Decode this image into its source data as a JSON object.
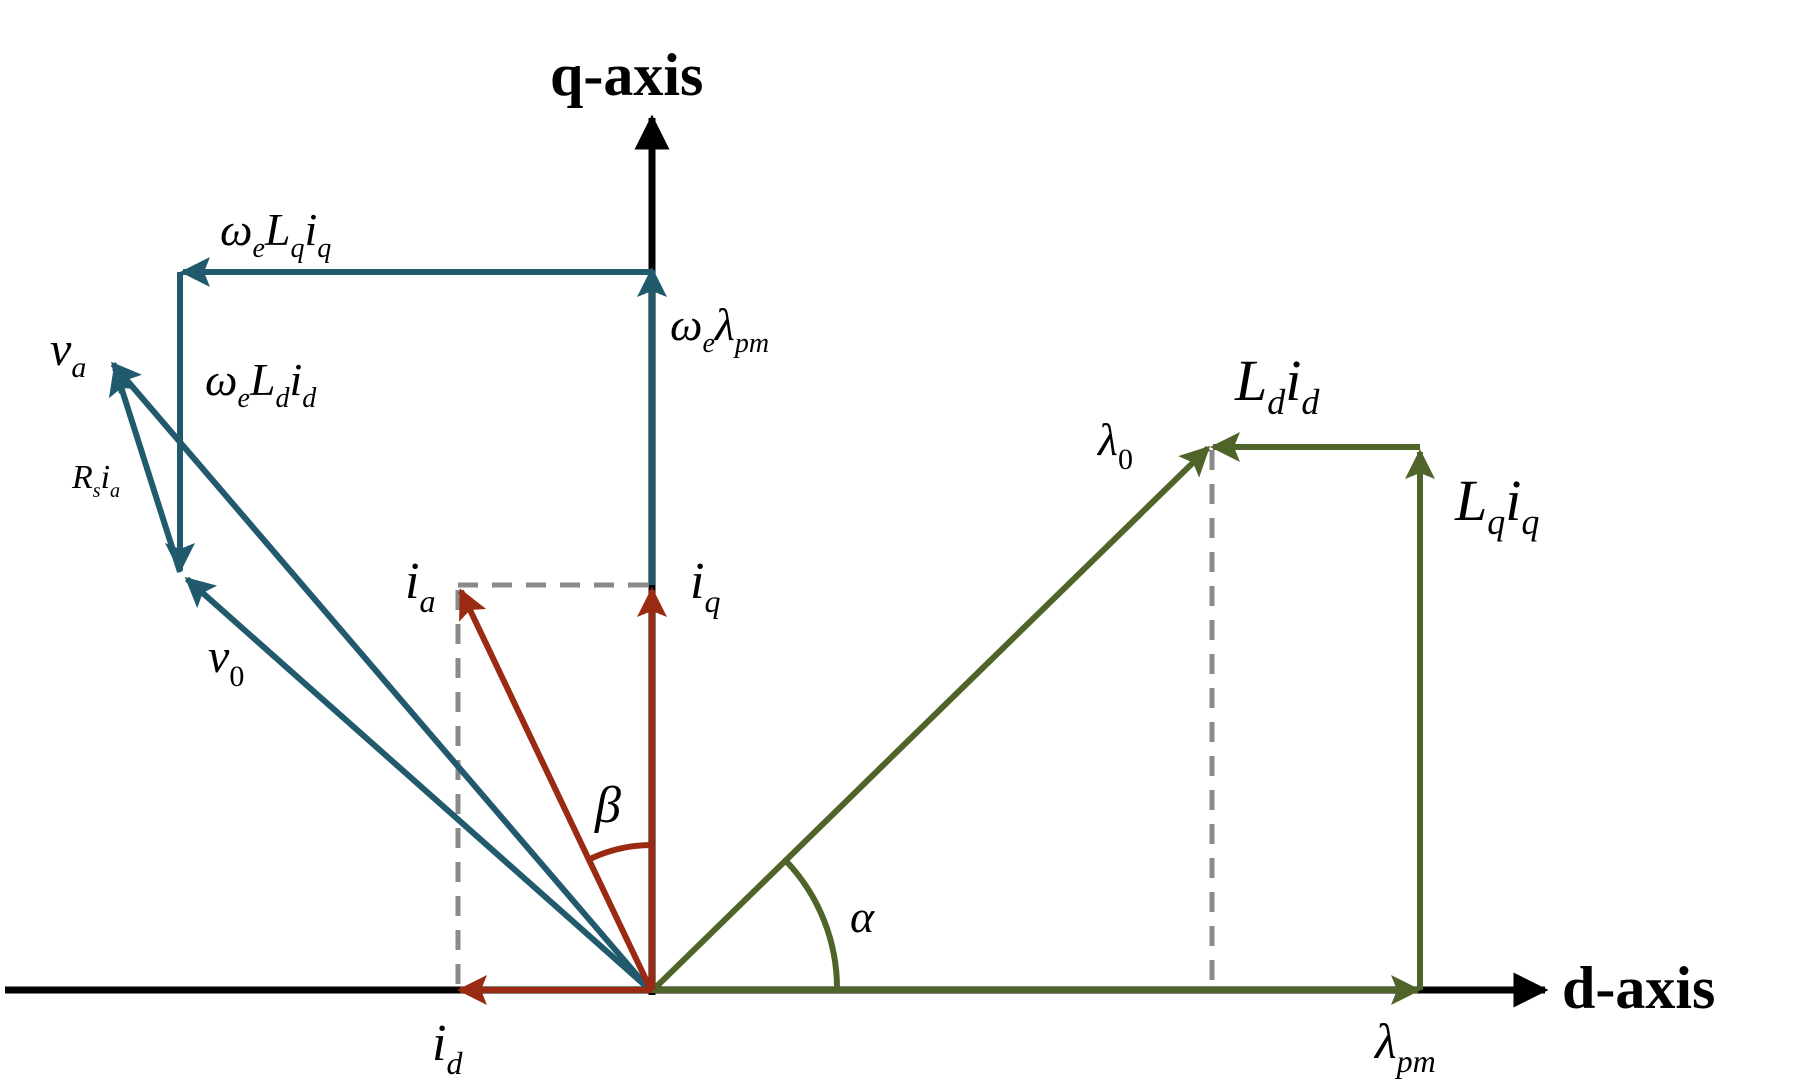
{
  "axes": {
    "q_axis": "q-axis",
    "d_axis": "d-axis"
  },
  "colors": {
    "voltage": "#215a6c",
    "current": "#9b2a12",
    "flux": "#4f6428",
    "axis": "#000000",
    "projection": "#8a8a8a"
  },
  "labels": {
    "we_Lq_iq": {
      "main1": "ω",
      "sub1": "e",
      "main2": "L",
      "sub2": "q",
      "main3": "i",
      "sub3": "q"
    },
    "we_lambda_pm": {
      "main1": "ω",
      "sub1": "e",
      "main2": "λ",
      "sub2": "pm"
    },
    "va": {
      "main": "v",
      "sub": "a"
    },
    "we_Ld_id": {
      "main1": "ω",
      "sub1": "e",
      "main2": "L",
      "sub2": "d",
      "main3": "i",
      "sub3": "d"
    },
    "Rs_ia": {
      "main1": "R",
      "sub1": "s",
      "main2": "i",
      "sub2": "a"
    },
    "v0": {
      "main": "v",
      "sub": "0"
    },
    "ia": {
      "main": "i",
      "sub": "a"
    },
    "iq": {
      "main": "i",
      "sub": "q"
    },
    "beta": "β",
    "alpha": "α",
    "id": {
      "main": "i",
      "sub": "d"
    },
    "lambda0": {
      "main": "λ",
      "sub": "0"
    },
    "Ld_id": {
      "main1": "L",
      "sub1": "d",
      "main2": "i",
      "sub2": "d"
    },
    "Lq_iq": {
      "main1": "L",
      "sub1": "q",
      "main2": "i",
      "sub2": "q"
    },
    "lambda_pm": {
      "main": "λ",
      "sub": "pm"
    }
  }
}
